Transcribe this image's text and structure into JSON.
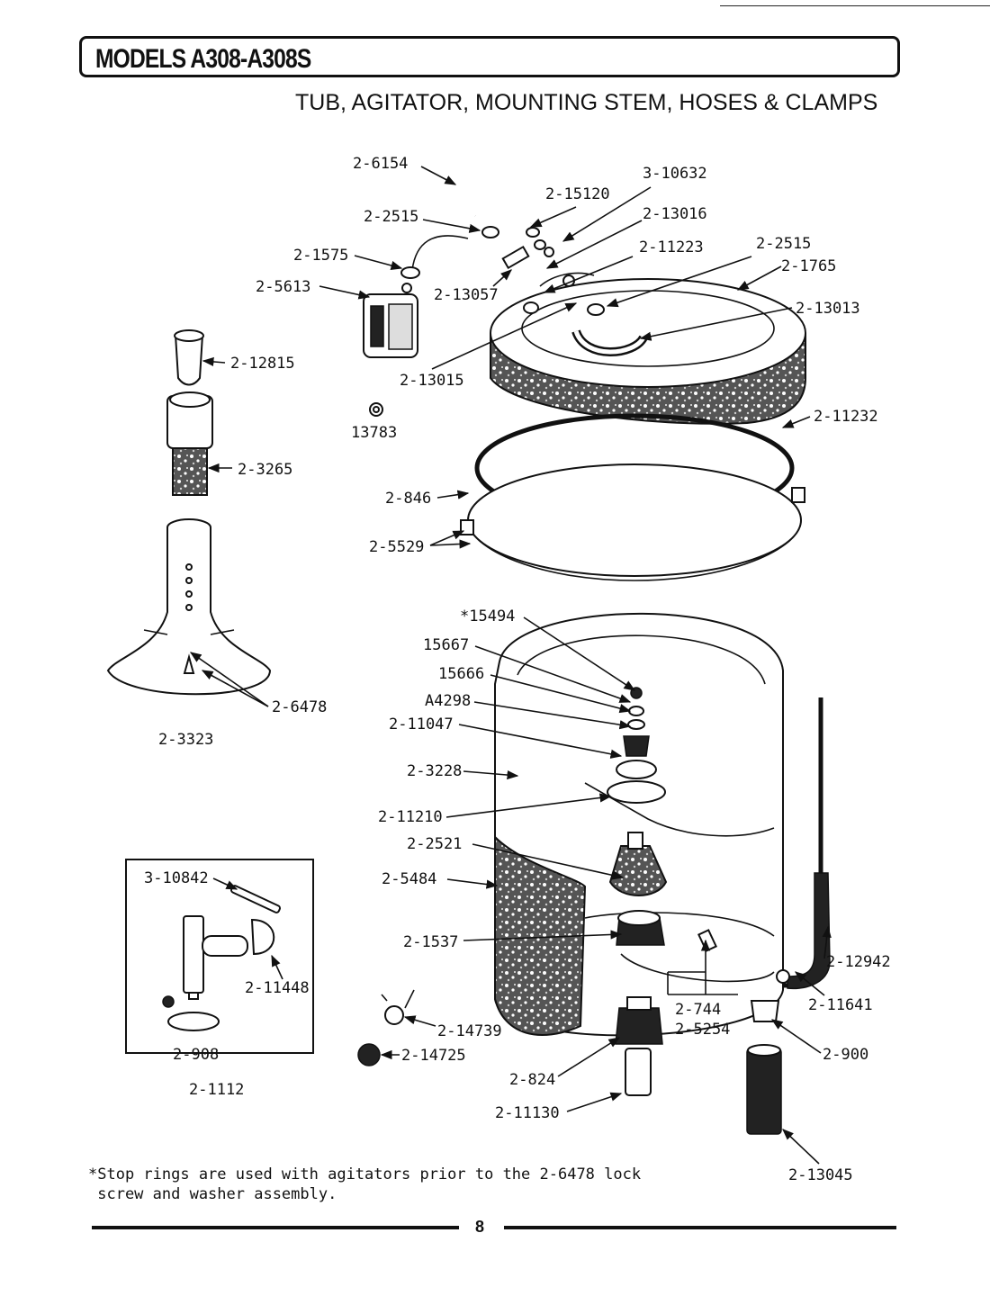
{
  "header": {
    "title": "MODELS A308-A308S",
    "subtitle": "TUB, AGITATOR, MOUNTING STEM, HOSES & CLAMPS"
  },
  "parts": [
    {
      "id": "p-2-6154",
      "number": "2-6154"
    },
    {
      "id": "p-3-10632",
      "number": "3-10632"
    },
    {
      "id": "p-2-15120",
      "number": "2-15120"
    },
    {
      "id": "p-2-13016",
      "number": "2-13016"
    },
    {
      "id": "p-2-2515-a",
      "number": "2-2515"
    },
    {
      "id": "p-2-11223",
      "number": "2-11223"
    },
    {
      "id": "p-2-2515-b",
      "number": "2-2515"
    },
    {
      "id": "p-2-1575",
      "number": "2-1575"
    },
    {
      "id": "p-2-1765",
      "number": "2-1765"
    },
    {
      "id": "p-2-5613",
      "number": "2-5613"
    },
    {
      "id": "p-2-13057",
      "number": "2-13057"
    },
    {
      "id": "p-2-13013",
      "number": "2-13013"
    },
    {
      "id": "p-2-12815",
      "number": "2-12815"
    },
    {
      "id": "p-2-13015",
      "number": "2-13015"
    },
    {
      "id": "p-13783",
      "number": "13783"
    },
    {
      "id": "p-2-11232",
      "number": "2-11232"
    },
    {
      "id": "p-2-3265",
      "number": "2-3265"
    },
    {
      "id": "p-2-846",
      "number": "2-846"
    },
    {
      "id": "p-2-5529",
      "number": "2-5529"
    },
    {
      "id": "p-15494",
      "number": "*15494"
    },
    {
      "id": "p-15667",
      "number": "15667"
    },
    {
      "id": "p-15666",
      "number": "15666"
    },
    {
      "id": "p-a4298",
      "number": "A4298"
    },
    {
      "id": "p-2-11047",
      "number": "2-11047"
    },
    {
      "id": "p-2-6478",
      "number": "2-6478"
    },
    {
      "id": "p-2-3323",
      "number": "2-3323"
    },
    {
      "id": "p-2-3228",
      "number": "2-3228"
    },
    {
      "id": "p-2-11210",
      "number": "2-11210"
    },
    {
      "id": "p-2-2521",
      "number": "2-2521"
    },
    {
      "id": "p-3-10842",
      "number": "3-10842"
    },
    {
      "id": "p-2-5484",
      "number": "2-5484"
    },
    {
      "id": "p-2-1537",
      "number": "2-1537"
    },
    {
      "id": "p-2-12942",
      "number": "2-12942"
    },
    {
      "id": "p-2-11448",
      "number": "2-11448"
    },
    {
      "id": "p-2-11641",
      "number": "2-11641"
    },
    {
      "id": "p-2-744",
      "number": "2-744"
    },
    {
      "id": "p-2-5254",
      "number": "2-5254"
    },
    {
      "id": "p-2-14739",
      "number": "2-14739"
    },
    {
      "id": "p-2-900",
      "number": "2-900"
    },
    {
      "id": "p-2-14725",
      "number": "2-14725"
    },
    {
      "id": "p-2-908",
      "number": "2-908"
    },
    {
      "id": "p-2-824",
      "number": "2-824"
    },
    {
      "id": "p-2-1112",
      "number": "2-1112"
    },
    {
      "id": "p-2-11130",
      "number": "2-11130"
    },
    {
      "id": "p-2-13045",
      "number": "2-13045"
    }
  ],
  "footnote": "*Stop rings are used with agitators prior to the 2-6478 lock\n screw and washer assembly.",
  "page_number": "8"
}
